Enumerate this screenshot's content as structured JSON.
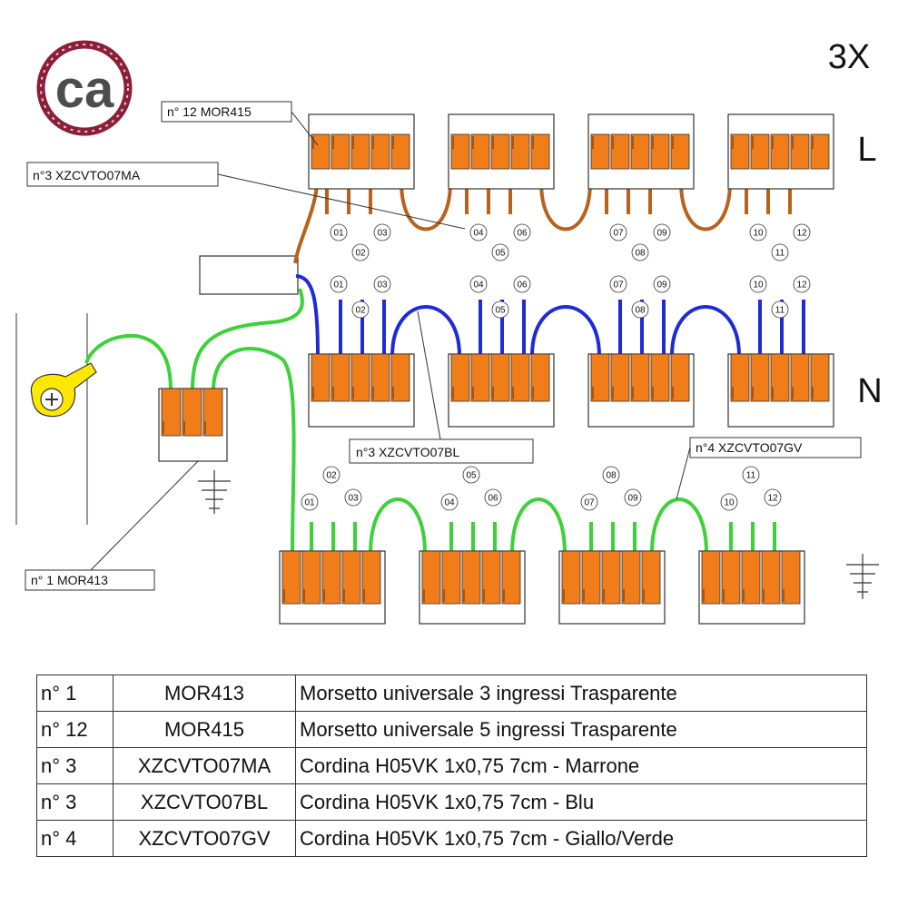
{
  "logo": {
    "text": "ca"
  },
  "multiplier": "3X",
  "phase_labels": {
    "L": "L",
    "N": "N"
  },
  "callouts": {
    "mor415": "n° 12  MOR415",
    "brown": "n°3 XZCVTO07MA",
    "blue": "n°3 XZCVTO07BL",
    "green": "n°4 XZCVTO07GV",
    "mor413": "n° 1  MOR413"
  },
  "wire_numbers": [
    "01",
    "02",
    "03",
    "04",
    "05",
    "06",
    "07",
    "08",
    "09",
    "10",
    "11",
    "12"
  ],
  "colors": {
    "brown": "#b8621c",
    "blue": "#1f2bd6",
    "green": "#3dd13a",
    "connector": "#f07d1a",
    "logo_ring": "#8b1f3a",
    "logo_text": "#4d4d4d"
  },
  "parts_table": [
    {
      "qty": "n° 1",
      "code": "MOR413",
      "description": "Morsetto universale 3 ingressi  Trasparente"
    },
    {
      "qty": "n° 12",
      "code": "MOR415",
      "description": "Morsetto universale 5 ingressi  Trasparente"
    },
    {
      "qty": "n° 3",
      "code": "XZCVTO07MA",
      "description": "Cordina H05VK 1x0,75 7cm - Marrone"
    },
    {
      "qty": "n° 3",
      "code": "XZCVTO07BL",
      "description": "Cordina H05VK 1x0,75 7cm - Blu"
    },
    {
      "qty": "n° 4",
      "code": "XZCVTO07GV",
      "description": "Cordina H05VK 1x0,75 7cm - Giallo/Verde"
    }
  ]
}
